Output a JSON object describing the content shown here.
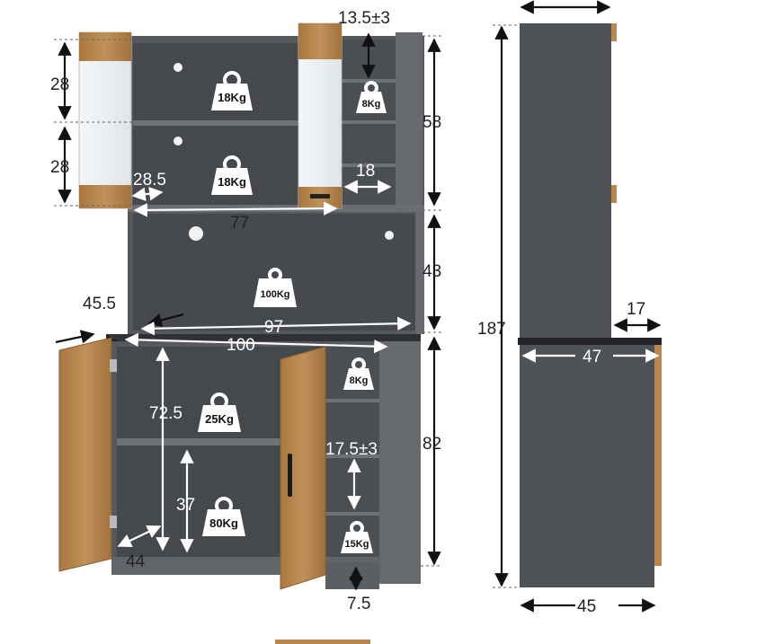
{
  "colors": {
    "body": "#5a5d62",
    "body_dark": "#3f4246",
    "interior": "#4a4d52",
    "wood": "#b8874f",
    "glass": "#e9eef0",
    "top": "#2e3034"
  },
  "front_dims": {
    "glass_upper": "28",
    "glass_lower": "28",
    "shelf_gap_top": "13.5±3",
    "upper_height": "58",
    "glass_depth": "28.5",
    "side_width_upper": "18",
    "upper_width": "77",
    "middle_height": "43",
    "counter_depth": "45.5",
    "middle_width": "97",
    "counter_width": "100",
    "lower_inner_height": "72.5",
    "lower_height": "82",
    "side_gap_lower": "17.5±3",
    "shelf_height_lower": "37",
    "lower_depth": "44",
    "foot_height": "7.5"
  },
  "weights": {
    "upper_shelf_1": "18Kg",
    "upper_shelf_2": "18Kg",
    "upper_side": "8Kg",
    "middle": "100Kg",
    "lower_side": "8Kg",
    "lower_shelf": "25Kg",
    "lower_bottom": "80Kg",
    "lower_side_bottom": "15Kg"
  },
  "side_dims": {
    "total_height": "187",
    "upper_depth": "17",
    "counter_depth": "47",
    "base_depth": "45"
  }
}
